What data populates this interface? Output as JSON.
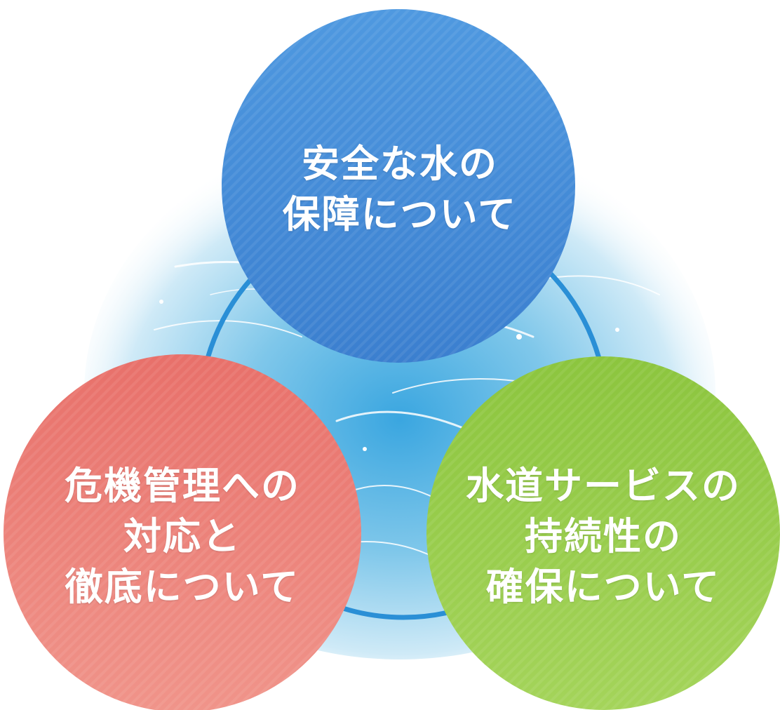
{
  "diagram": {
    "nodes": [
      {
        "id": "top",
        "lines": [
          "安全な水の",
          "保障について"
        ],
        "color": "#3b7fcf",
        "color_light": "#4f99e0"
      },
      {
        "id": "left",
        "lines": [
          "危機管理への",
          "対応と",
          "徹底について"
        ],
        "color": "#e8706a",
        "color_light": "#f0948a"
      },
      {
        "id": "right",
        "lines": [
          "水道サービスの",
          "持続性の",
          "確保について"
        ],
        "color": "#8cc53e",
        "color_light": "#a4d45a"
      }
    ],
    "ring_color": "#2a8fd6",
    "water_color": "#7fc7ea"
  }
}
